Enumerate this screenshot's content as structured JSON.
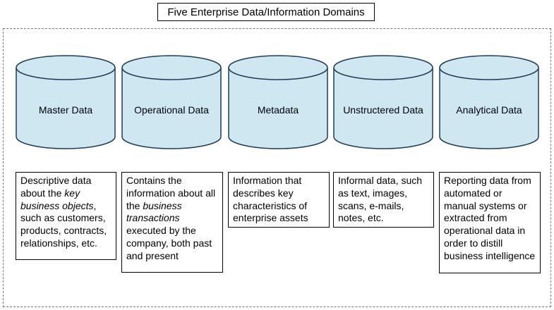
{
  "title": "Five Enterprise Data/Information Domains",
  "colors": {
    "cylinder_fill": "#cfe7f1",
    "cylinder_stroke": "#1f3b57",
    "frame_dash": "#777777"
  },
  "domains": [
    {
      "label": "Master Data",
      "desc": {
        "a": "Descriptive data about the ",
        "b": "key business objects",
        "c": ", such as customers, products, contracts, relationships, etc."
      }
    },
    {
      "label": "Operational Data",
      "desc": {
        "a": "Contains the information about all the ",
        "b": "business transactions",
        "c": " executed by the company, both past and present"
      }
    },
    {
      "label": "Metadata",
      "desc": {
        "a": "Information that describes key characteristics of enterprise assets",
        "b": "",
        "c": ""
      }
    },
    {
      "label": "Unstructered Data",
      "desc": {
        "a": "Informal data, such as text, images, scans, e-mails, notes, etc.",
        "b": "",
        "c": ""
      }
    },
    {
      "label": "Analytical Data",
      "desc": {
        "a": "Reporting data from automated or manual systems or extracted from operational data in order to distill business intelligence",
        "b": "",
        "c": ""
      }
    }
  ]
}
